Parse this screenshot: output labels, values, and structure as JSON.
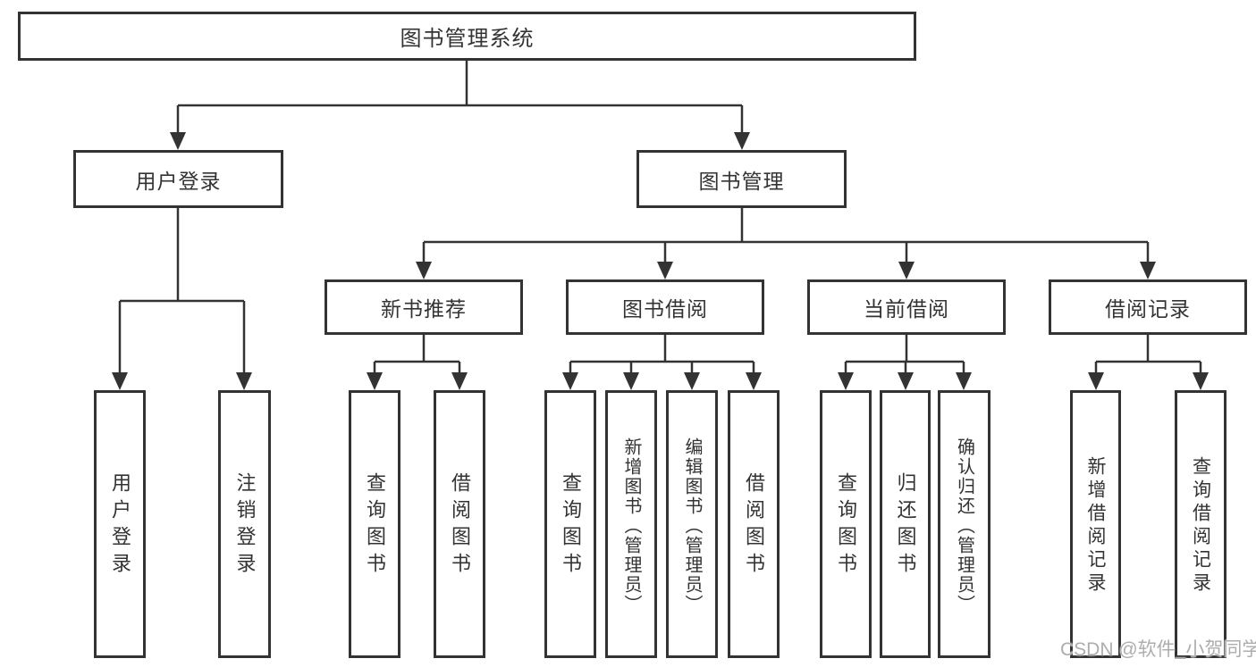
{
  "diagram": {
    "type": "hierarchy-tree",
    "title": "图书管理系统",
    "nodes": {
      "root": "图书管理系统",
      "user_login": "用户登录",
      "book_mgmt": "图书管理",
      "leaf_user_login": "用户登录",
      "leaf_logout": "注销登录",
      "new_book_rec": "新书推荐",
      "book_borrow": "图书借阅",
      "current_borrow": "当前借阅",
      "borrow_records": "借阅记录",
      "nbr_query_book": "查询图书",
      "nbr_borrow_book": "借阅图书",
      "bb_query_book": "查询图书",
      "bb_add_book": "新增图书（管理员）",
      "bb_edit_book": "编辑图书（管理员）",
      "bb_borrow_book": "借阅图书",
      "cb_query_book": "查询图书",
      "cb_return_book": "归还图书",
      "cb_confirm_return": "确认归还（管理员）",
      "br_add_record": "新增借阅记录",
      "br_query_record": "查询借阅记录"
    },
    "hierarchy": {
      "图书管理系统": {
        "用户登录": [
          "用户登录",
          "注销登录"
        ],
        "图书管理": {
          "新书推荐": [
            "查询图书",
            "借阅图书"
          ],
          "图书借阅": [
            "查询图书",
            "新增图书（管理员）",
            "编辑图书（管理员）",
            "借阅图书"
          ],
          "当前借阅": [
            "查询图书",
            "归还图书",
            "确认归还（管理员）"
          ],
          "借阅记录": [
            "新增借阅记录",
            "查询借阅记录"
          ]
        }
      }
    },
    "colors": {
      "line": "#333333",
      "box_border": "#333333",
      "text": "#333333",
      "background": "#ffffff",
      "watermark": "#adadad"
    }
  },
  "watermark": "CSDN @软件_小贺同学"
}
